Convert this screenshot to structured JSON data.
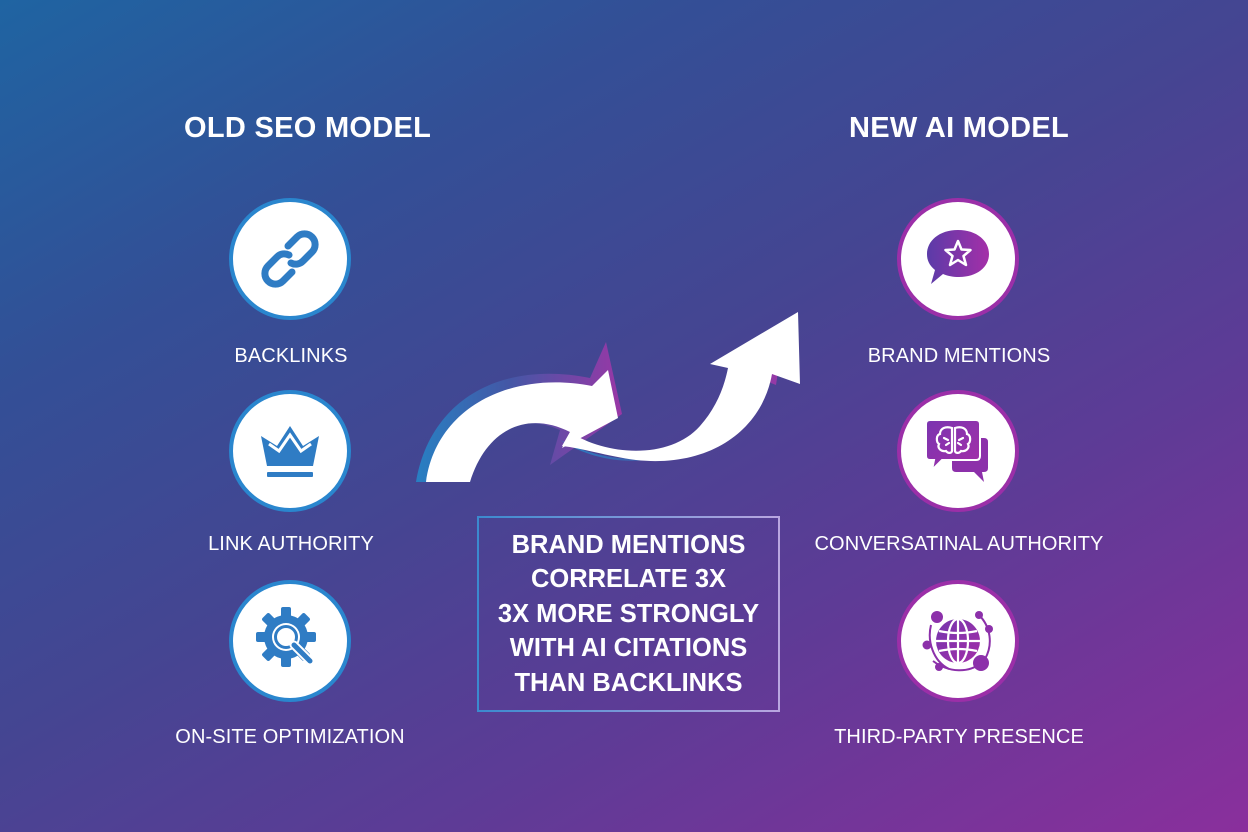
{
  "left_column": {
    "title": "OLD SEO MODEL",
    "items": [
      {
        "label": "BACKLINKS",
        "icon": "link-icon"
      },
      {
        "label": "LINK AUTHORITY",
        "icon": "crown-icon"
      },
      {
        "label": "ON-SITE OPTIMIZATION",
        "icon": "gear-search-icon"
      }
    ]
  },
  "right_column": {
    "title": "NEW AI MODEL",
    "items": [
      {
        "label": "BRAND MENTIONS",
        "icon": "chat-star-icon"
      },
      {
        "label": "CONVERSATINAL AUTHORITY",
        "icon": "chat-brain-icon"
      },
      {
        "label": "THIRD-PARTY PRESENCE",
        "icon": "network-globe-icon"
      }
    ]
  },
  "center": {
    "arrow_icon": "curved-arrow-icon",
    "callout_lines": [
      "BRAND MENTIONS",
      "CORRELATE 3X",
      "3X MORE STRONGLY",
      "WITH AI CITATIONS",
      "THAN BACKLINKS"
    ]
  },
  "colors": {
    "background_start": "#1F64A2",
    "background_end": "#8A2F9C",
    "old_accent": "#2A86CE",
    "new_accent": "#9B2FA8",
    "text": "#FFFFFF"
  }
}
